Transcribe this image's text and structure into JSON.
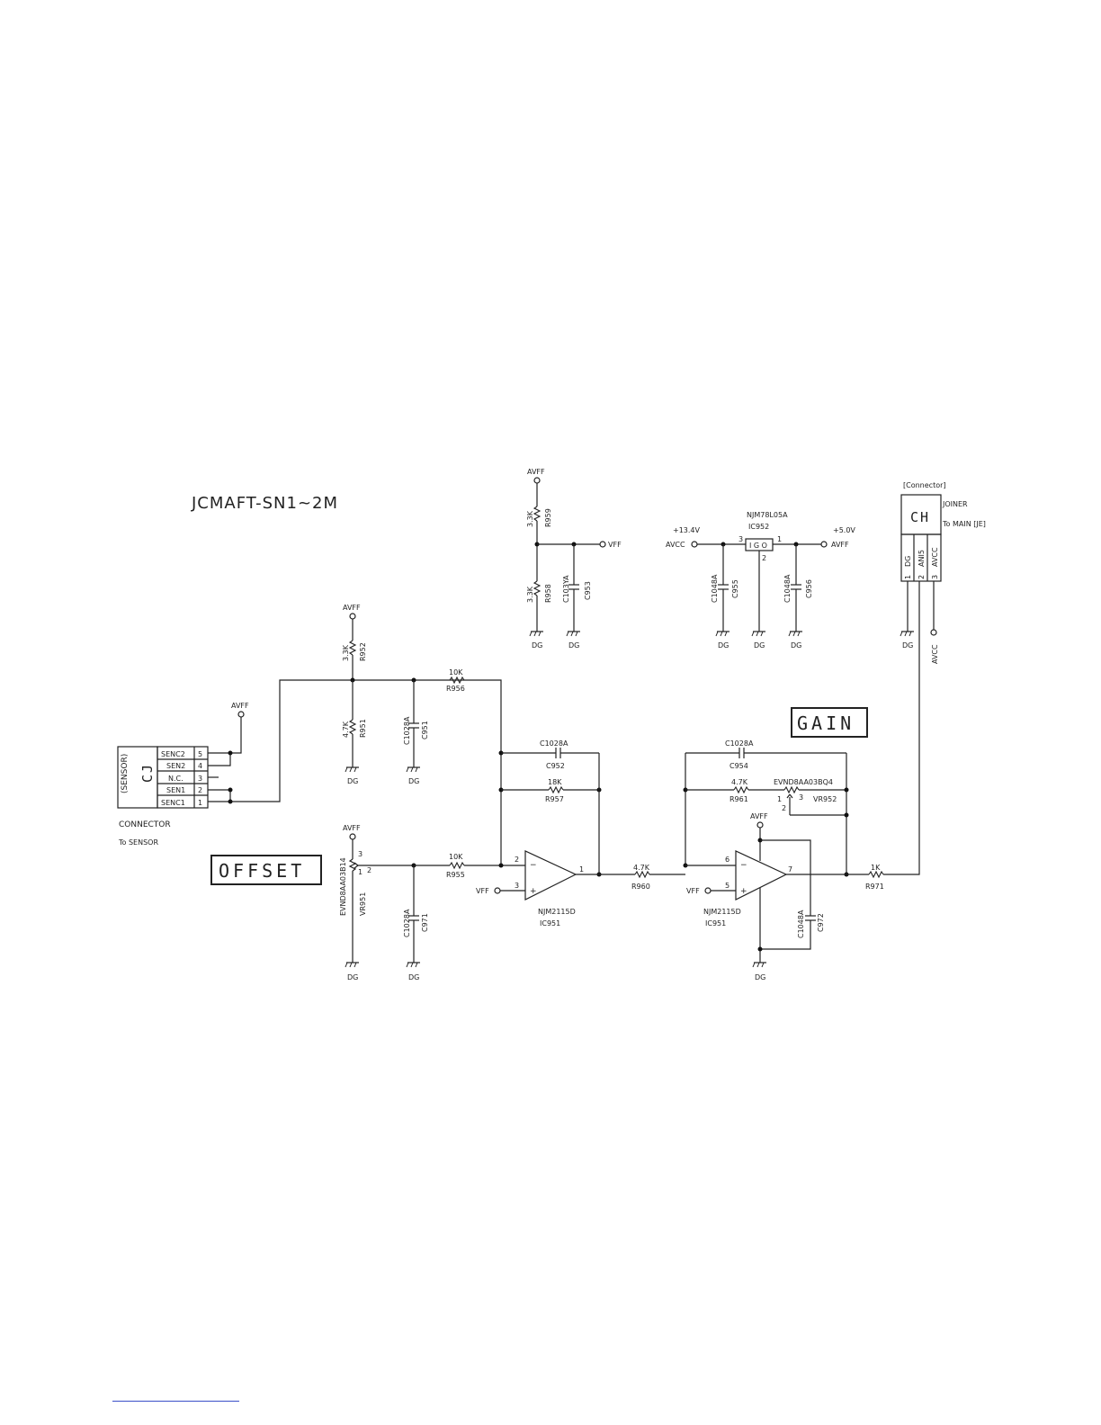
{
  "title": "JCMAFT-SN1~2M",
  "labels": {
    "offset": "OFFSET",
    "gain": "GAIN",
    "avff": "AVFF",
    "avcc": "AVCC",
    "vff": "VFF",
    "dg": "DG",
    "v134": "+13.4V",
    "v50": "+5.0V"
  },
  "sensor_connector": {
    "id": "CJ",
    "side_label": "(SENSOR)",
    "caption1": "CONNECTOR",
    "caption2": "To SENSOR",
    "pins": [
      {
        "name": "SENC2",
        "num": "5"
      },
      {
        "name": "SEN2",
        "num": "4"
      },
      {
        "name": "N.C.",
        "num": "3"
      },
      {
        "name": "SEN1",
        "num": "2"
      },
      {
        "name": "SENC1",
        "num": "1"
      }
    ]
  },
  "main_connector": {
    "header": "[Connector]",
    "id": "CH",
    "joiner": "JOINER",
    "to_main": "To MAIN [JE]",
    "pins": [
      {
        "name": "DG",
        "num": "1"
      },
      {
        "name": "ANI5",
        "num": "2"
      },
      {
        "name": "AVCC",
        "num": "3"
      }
    ]
  },
  "components": {
    "r952": {
      "value": "3.3K",
      "ref": "R952"
    },
    "r951": {
      "value": "4.7K",
      "ref": "R951"
    },
    "c951": {
      "value": "C1028A",
      "ref": "C951"
    },
    "r956": {
      "value": "10K",
      "ref": "R956"
    },
    "r955": {
      "value": "10K",
      "ref": "R955"
    },
    "c971": {
      "value": "C1028A",
      "ref": "C971"
    },
    "vr951": {
      "value": "EVND8AA03B14",
      "ref": "VR951"
    },
    "c952": {
      "value": "C1028A",
      "ref": "C952"
    },
    "r957": {
      "value": "18K",
      "ref": "R957"
    },
    "ic951a": {
      "value": "NJM2115D",
      "ref": "IC951"
    },
    "r960": {
      "value": "4.7K",
      "ref": "R960"
    },
    "c954": {
      "value": "C1028A",
      "ref": "C954"
    },
    "r961": {
      "value": "4.7K",
      "ref": "R961"
    },
    "vr952": {
      "value": "EVND8AA03BQ4",
      "ref": "VR952"
    },
    "ic951b": {
      "value": "NJM2115D",
      "ref": "IC951"
    },
    "c972": {
      "value": "C1048A",
      "ref": "C972"
    },
    "r971": {
      "value": "1K",
      "ref": "R971"
    },
    "r959": {
      "value": "3.3K",
      "ref": "R959"
    },
    "r958": {
      "value": "3.3K",
      "ref": "R958"
    },
    "c953": {
      "value": "C103YA",
      "ref": "C953"
    },
    "ic952": {
      "value": "NJM78L05A",
      "ref": "IC952",
      "body": "I G O"
    },
    "c955": {
      "value": "C1048A",
      "ref": "C955"
    },
    "c956": {
      "value": "C1048A",
      "ref": "C956"
    }
  },
  "pin_numbers": {
    "op1_inv": "2",
    "op1_non": "3",
    "op1_out": "1",
    "op2_inv": "6",
    "op2_non": "5",
    "op2_out": "7",
    "reg_in": "3",
    "reg_gnd": "2",
    "reg_out": "1",
    "vr951_a": "3",
    "vr951_b": "2",
    "vr951_c": "1",
    "vr952_a": "1",
    "vr952_b": "3",
    "vr952_c": "2",
    "minus": "−",
    "plus": "+"
  },
  "footer_link": ""
}
